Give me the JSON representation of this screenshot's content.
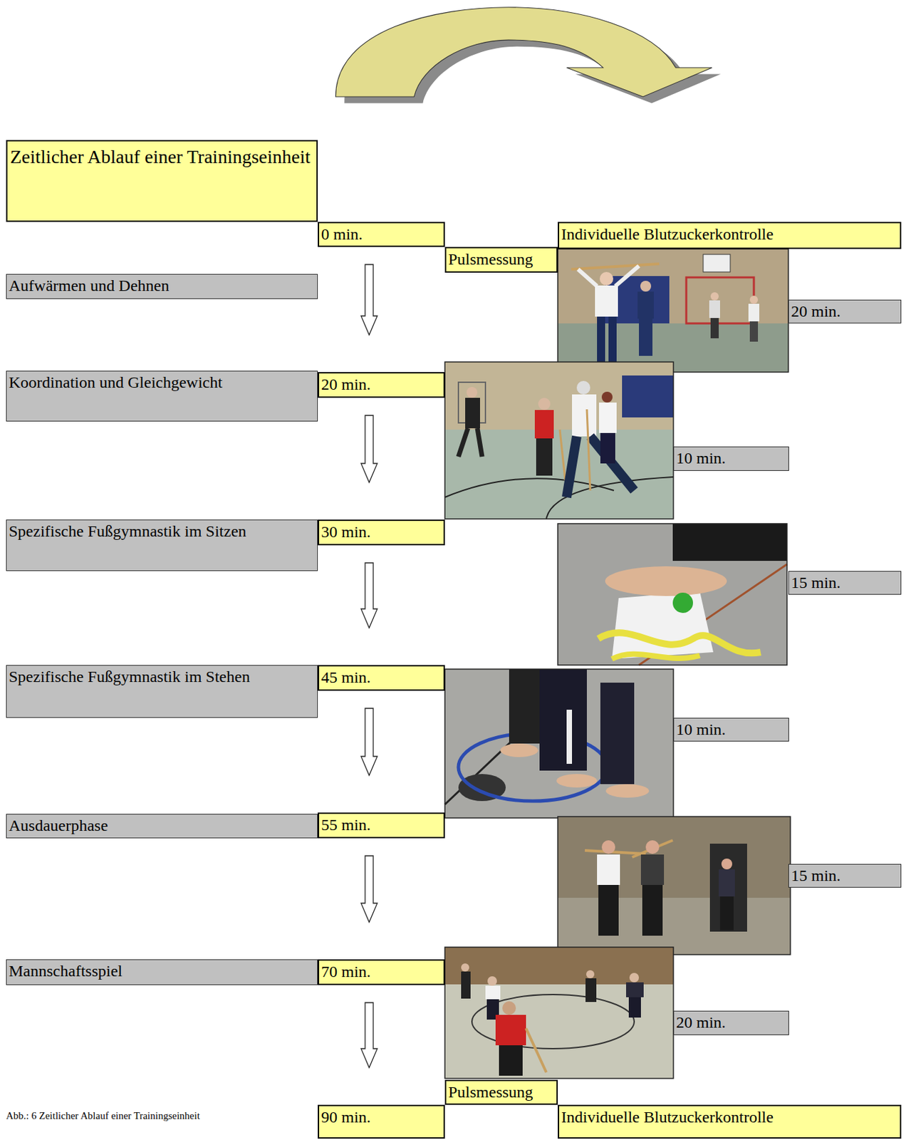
{
  "diagram": {
    "title": "Zeitlicher Ablauf einer Trainingseinheit",
    "caption": "Abb.: 6 Zeitlicher Ablauf einer Trainingseinheit",
    "nodes": [
      {
        "text": [
          "0 min."
        ]
      },
      {
        "text": [
          "Individuelle Blutzuckerkontrolle"
        ]
      },
      {
        "text": [
          "Pulsmessung"
        ]
      },
      {
        "text": [
          "Aufwärmen und Dehnen"
        ]
      },
      {
        "text": [
          "20 min."
        ]
      },
      {
        "text": [
          "Koordination und Gleichgewicht"
        ]
      },
      {
        "text": [
          "20 min."
        ]
      },
      {
        "text": [
          "10 min."
        ]
      },
      {
        "text": [
          "Spezifische Fußgymnastik im Sitzen"
        ]
      },
      {
        "text": [
          "30 min."
        ]
      },
      {
        "text": [
          "15 min."
        ]
      },
      {
        "text": [
          "Spezifische Fußgymnastik im Stehen"
        ]
      },
      {
        "text": [
          "45 min."
        ]
      },
      {
        "text": [
          "10 min."
        ]
      },
      {
        "text": [
          "Ausdauerphase"
        ]
      },
      {
        "text": [
          "55 min."
        ]
      },
      {
        "text": [
          "15 min."
        ]
      },
      {
        "text": [
          "Mannschaftsspiel"
        ]
      },
      {
        "text": [
          "70 min."
        ]
      },
      {
        "text": [
          "20 min."
        ]
      },
      {
        "text": [
          "Pulsmessung"
        ]
      },
      {
        "text": [
          "90 min."
        ]
      },
      {
        "text": [
          "Individuelle Blutzuckerkontrolle"
        ]
      }
    ],
    "edges": [
      {
        "from": 0,
        "to": 6,
        "arrow": "to"
      },
      {
        "from": 6,
        "to": 9,
        "arrow": "to"
      },
      {
        "from": 9,
        "to": 12,
        "arrow": "to"
      },
      {
        "from": 12,
        "to": 15,
        "arrow": "to"
      },
      {
        "from": 15,
        "to": 18,
        "arrow": "to"
      },
      {
        "from": 18,
        "to": 21,
        "arrow": "to"
      }
    ]
  }
}
